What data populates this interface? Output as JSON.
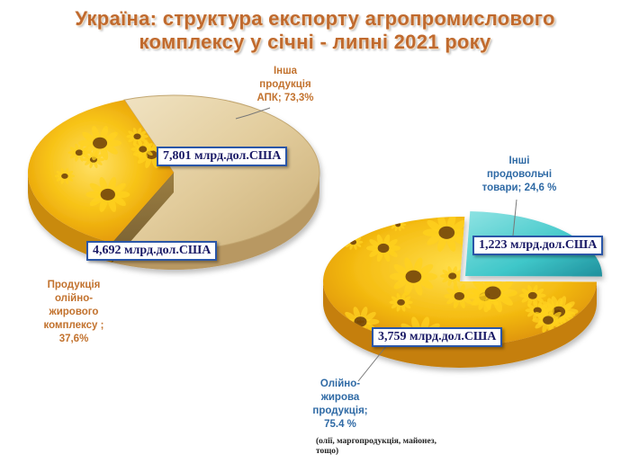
{
  "title": {
    "line1": "Україна: структура експорту агропромислового",
    "line2": "комплексу у січні - липні 2021 року"
  },
  "colors": {
    "title": "#c06a2e",
    "sunflower_yellow": "#f3c21a",
    "wheat": "#e6d3a7",
    "teal": "#3fc7c9",
    "label_orange": "#c2722e",
    "label_blue": "#2f6aa5",
    "box_border": "#2a56a8"
  },
  "chart_data": [
    {
      "type": "pie",
      "labels": [
        "Інша продукція АПК",
        "Продукція олійно-жирового комплексу"
      ],
      "values": [
        7.801,
        4.692
      ],
      "value_labels": [
        "7,801 млрд.дол.США",
        "4,692 млрд.дол.США"
      ],
      "percent_labels": [
        "73,3%",
        "37,6%"
      ],
      "callouts": {
        "other_line1": "Інша",
        "other_line2": "продукція",
        "other_line3": "АПК; 73,3%",
        "oil_line1": "Продукція",
        "oil_line2": "олійно-",
        "oil_line3": "жирового",
        "oil_line4": "комплексу ;",
        "oil_line5": "37,6%"
      }
    },
    {
      "type": "pie",
      "labels": [
        "Олійно-жирова продукція",
        "Інші продовольчі товари"
      ],
      "values": [
        3.759,
        1.223
      ],
      "value_labels": [
        "3,759 млрд.дол.США",
        "1,223 млрд.дол.США"
      ],
      "percent_labels": [
        "75.4 %",
        "24,6 %"
      ],
      "callouts": {
        "oil_line1": "Олійно-",
        "oil_line2": "жирова",
        "oil_line3": "продукція;",
        "oil_line4": "75.4 %",
        "oil_note_line1": "(олії, маргопродукція, майонез,",
        "oil_note_line2": "тощо)",
        "other_line1": "Інші",
        "other_line2": "продовольчі",
        "other_line3": "товари; 24,6 %"
      }
    }
  ]
}
